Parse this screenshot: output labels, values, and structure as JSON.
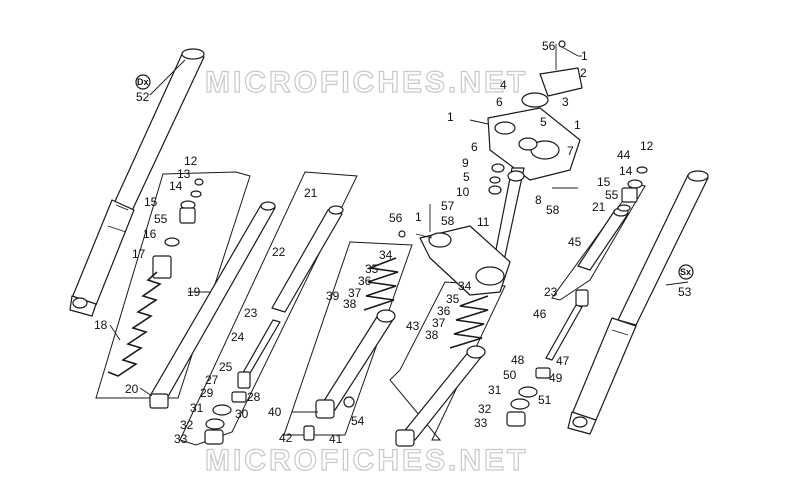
{
  "watermark": {
    "top": "MICROFICHES.NET",
    "bottom": "MICROFICHES.NET",
    "color": "#c8c8c8"
  },
  "side_tags": {
    "right_side": "Dx",
    "left_side": "Sx"
  },
  "callouts": {
    "c1a": "1",
    "c1b": "1",
    "c1c": "1",
    "c1d": "1",
    "c2": "2",
    "c3": "3",
    "c4": "4",
    "c5a": "5",
    "c5b": "5",
    "c6a": "6",
    "c6b": "6",
    "c7": "7",
    "c8": "8",
    "c9": "9",
    "c10": "10",
    "c11": "11",
    "c12a": "12",
    "c12b": "12",
    "c13": "13",
    "c14a": "14",
    "c14b": "14",
    "c15a": "15",
    "c15b": "15",
    "c16": "16",
    "c17": "17",
    "c18": "18",
    "c19": "19",
    "c20": "20",
    "c21a": "21",
    "c21b": "21",
    "c22": "22",
    "c23a": "23",
    "c23b": "23",
    "c24": "24",
    "c25": "25",
    "c27": "27",
    "c28": "28",
    "c29": "29",
    "c30": "30",
    "c31a": "31",
    "c31b": "31",
    "c32a": "32",
    "c32b": "32",
    "c33a": "33",
    "c33b": "33",
    "c34a": "34",
    "c34b": "34",
    "c35a": "35",
    "c35b": "35",
    "c36a": "36",
    "c36b": "36",
    "c37a": "37",
    "c37b": "37",
    "c38a": "38",
    "c38b": "38",
    "c39": "39",
    "c40": "40",
    "c41": "41",
    "c42": "42",
    "c43": "43",
    "c44": "44",
    "c45": "45",
    "c46": "46",
    "c47": "47",
    "c48": "48",
    "c49": "49",
    "c50": "50",
    "c51": "51",
    "c52": "52",
    "c53": "53",
    "c54": "54",
    "c55a": "55",
    "c55b": "55",
    "c56a": "56",
    "c56b": "56",
    "c57": "57",
    "c58a": "58",
    "c58b": "58"
  }
}
